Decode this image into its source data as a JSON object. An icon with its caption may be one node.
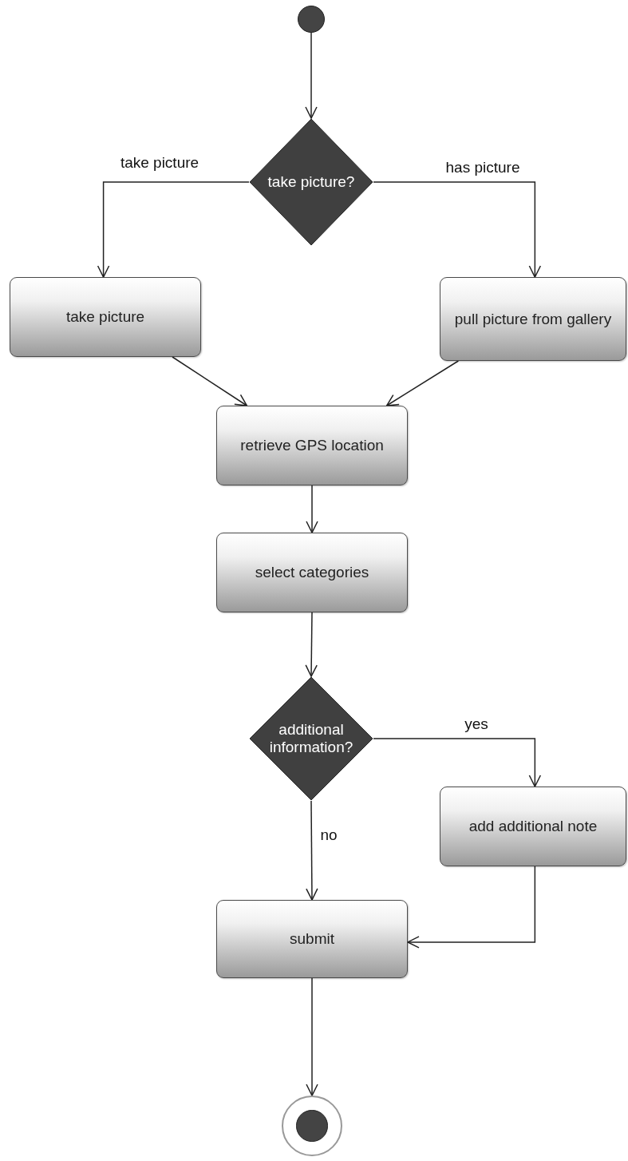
{
  "diagram": {
    "nodes": [
      {
        "text": [],
        "shape": "circle"
      },
      {
        "text": [
          "take picture?"
        ]
      },
      {
        "text": [
          "take picture"
        ]
      },
      {
        "text": [
          "pull picture from gallery"
        ]
      },
      {
        "text": [
          "retrieve GPS location"
        ]
      },
      {
        "text": [
          "select categories"
        ]
      },
      {
        "text": [
          "additional information?"
        ]
      },
      {
        "text": [
          "add additional note"
        ]
      },
      {
        "text": [
          "submit"
        ]
      },
      {
        "text": [],
        "shape": "circle"
      }
    ],
    "edges": [
      {
        "from": 0,
        "to": 1,
        "arrow": "to"
      },
      {
        "from": 1,
        "to": 2,
        "arrow": "to",
        "label": "take picture"
      },
      {
        "from": 1,
        "to": 3,
        "arrow": "to",
        "label": "has picture"
      },
      {
        "from": 2,
        "to": 4,
        "arrow": "to"
      },
      {
        "from": 3,
        "to": 4,
        "arrow": "to"
      },
      {
        "from": 4,
        "to": 5,
        "arrow": "to"
      },
      {
        "from": 5,
        "to": 6,
        "arrow": "to"
      },
      {
        "from": 6,
        "to": 7,
        "arrow": "to",
        "label": "yes"
      },
      {
        "from": 6,
        "to": 8,
        "arrow": "to",
        "label": "no"
      },
      {
        "from": 7,
        "to": 8,
        "arrow": "to"
      },
      {
        "from": 8,
        "to": 9,
        "arrow": "to"
      }
    ]
  }
}
